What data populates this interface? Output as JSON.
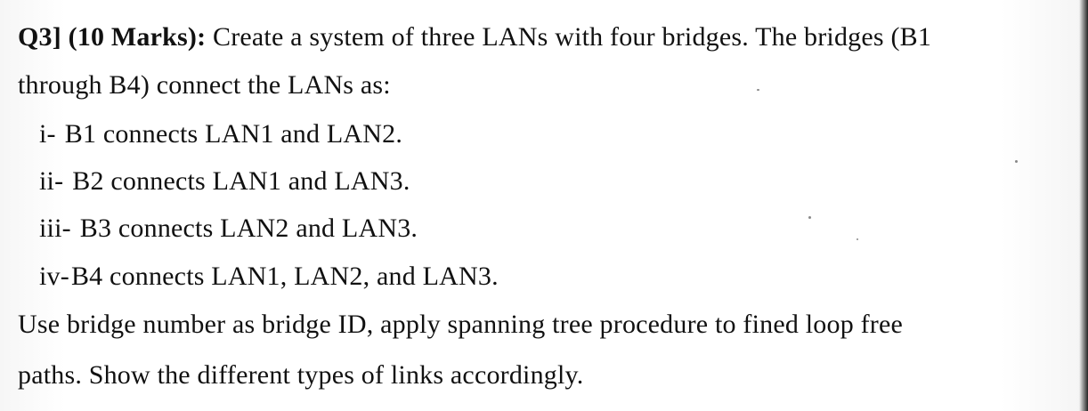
{
  "question": {
    "label": "Q3] (10 Marks):",
    "line1_rest": "Create a system of three LANs with four bridges. The bridges (B1",
    "line2": "through B4) connect the LANs as:"
  },
  "items": [
    {
      "marker": "i-",
      "text": "B1 connects LAN1 and LAN2."
    },
    {
      "marker": "ii-",
      "text": "B2 connects LAN1 and LAN3."
    },
    {
      "marker": "iii-",
      "text": "B3 connects LAN2 and LAN3."
    },
    {
      "marker": "iv-",
      "text": "B4 connects LAN1, LAN2, and LAN3."
    }
  ],
  "instruction": {
    "line1": "Use bridge number as bridge ID, apply spanning tree procedure to fined loop free",
    "line2": "paths. Show the different types of links accordingly."
  }
}
